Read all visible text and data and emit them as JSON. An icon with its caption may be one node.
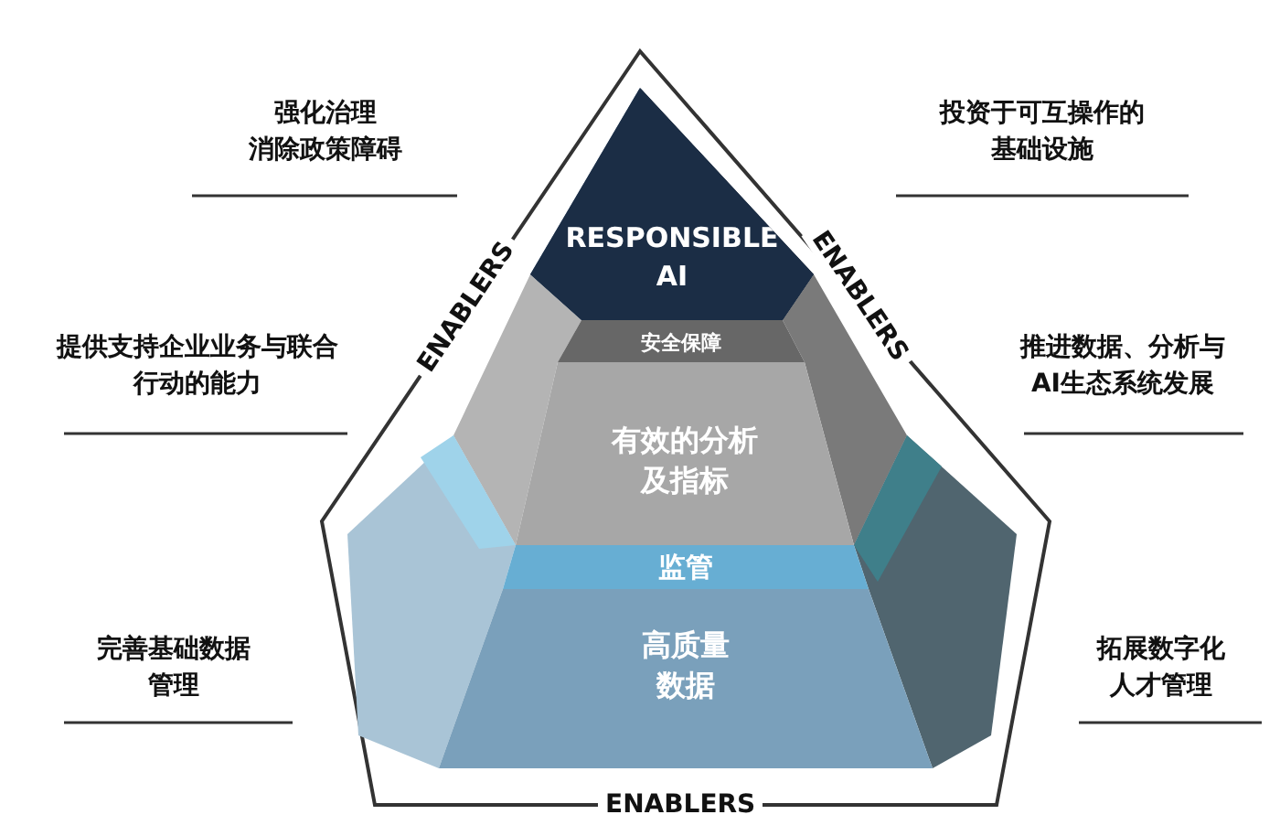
{
  "diagram": {
    "nodes": [
      {
        "text": [
          "RESPONSIBLE AI"
        ]
      },
      {
        "text": [
          "安全保障"
        ]
      },
      {
        "text": [
          "有效的分析及指标"
        ]
      },
      {
        "text": [
          "监管"
        ]
      },
      {
        "text": [
          "高质量数据"
        ]
      }
    ],
    "labels": [
      "强化治理消除政策障碍",
      "投资于可互操作的基础设施",
      "ENABLERS",
      "ENABLERS",
      "提供支持企业业务与联合行动的能力",
      "推进数据、分析与AI生态系统发展",
      "完善基础数据管理",
      "拓展数字化人才管理",
      "ENABLERS"
    ]
  }
}
